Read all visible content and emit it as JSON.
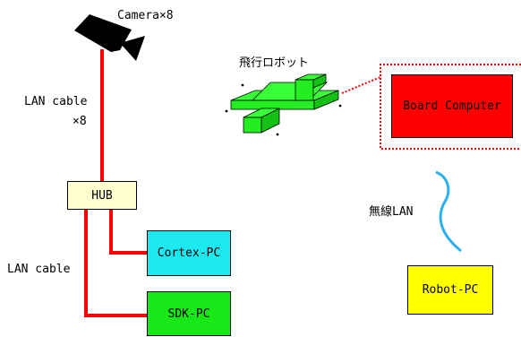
{
  "labels": {
    "camera": "Camera×8",
    "lan_cable_8_line1": "LAN cable",
    "lan_cable_8_line2": "×8",
    "flying_robot": "飛行ロボット",
    "wireless_lan": "無線LAN",
    "lan_cable": "LAN cable"
  },
  "nodes": {
    "hub": "HUB",
    "cortex_pc": "Cortex-PC",
    "sdk_pc": "SDK-PC",
    "board_computer": "Board Computer",
    "robot_pc": "Robot-PC"
  },
  "colors": {
    "cable": "#ff0000",
    "wireless": "#2ab0f0",
    "hub_fill": "#ffffd0",
    "cortex_fill": "#1ce8f0",
    "sdk_fill": "#18e818",
    "board_fill": "#ff0000",
    "robot_pc_fill": "#ffff00",
    "robot_body": "#22ff22",
    "camera": "#000000"
  },
  "icons": {
    "camera": "camera-icon",
    "robot": "flying-robot-icon"
  }
}
